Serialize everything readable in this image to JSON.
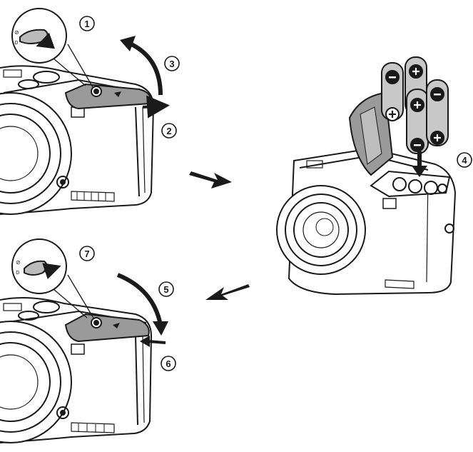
{
  "steps": [
    {
      "number": "1"
    },
    {
      "number": "2"
    },
    {
      "number": "3"
    },
    {
      "number": "4"
    },
    {
      "number": "5"
    },
    {
      "number": "6"
    },
    {
      "number": "7"
    }
  ],
  "colors": {
    "line": "#1a1a1a",
    "cover_fill": "#9a9a9a",
    "battery_fill": "#c8c8c8",
    "background": "#ffffff"
  }
}
